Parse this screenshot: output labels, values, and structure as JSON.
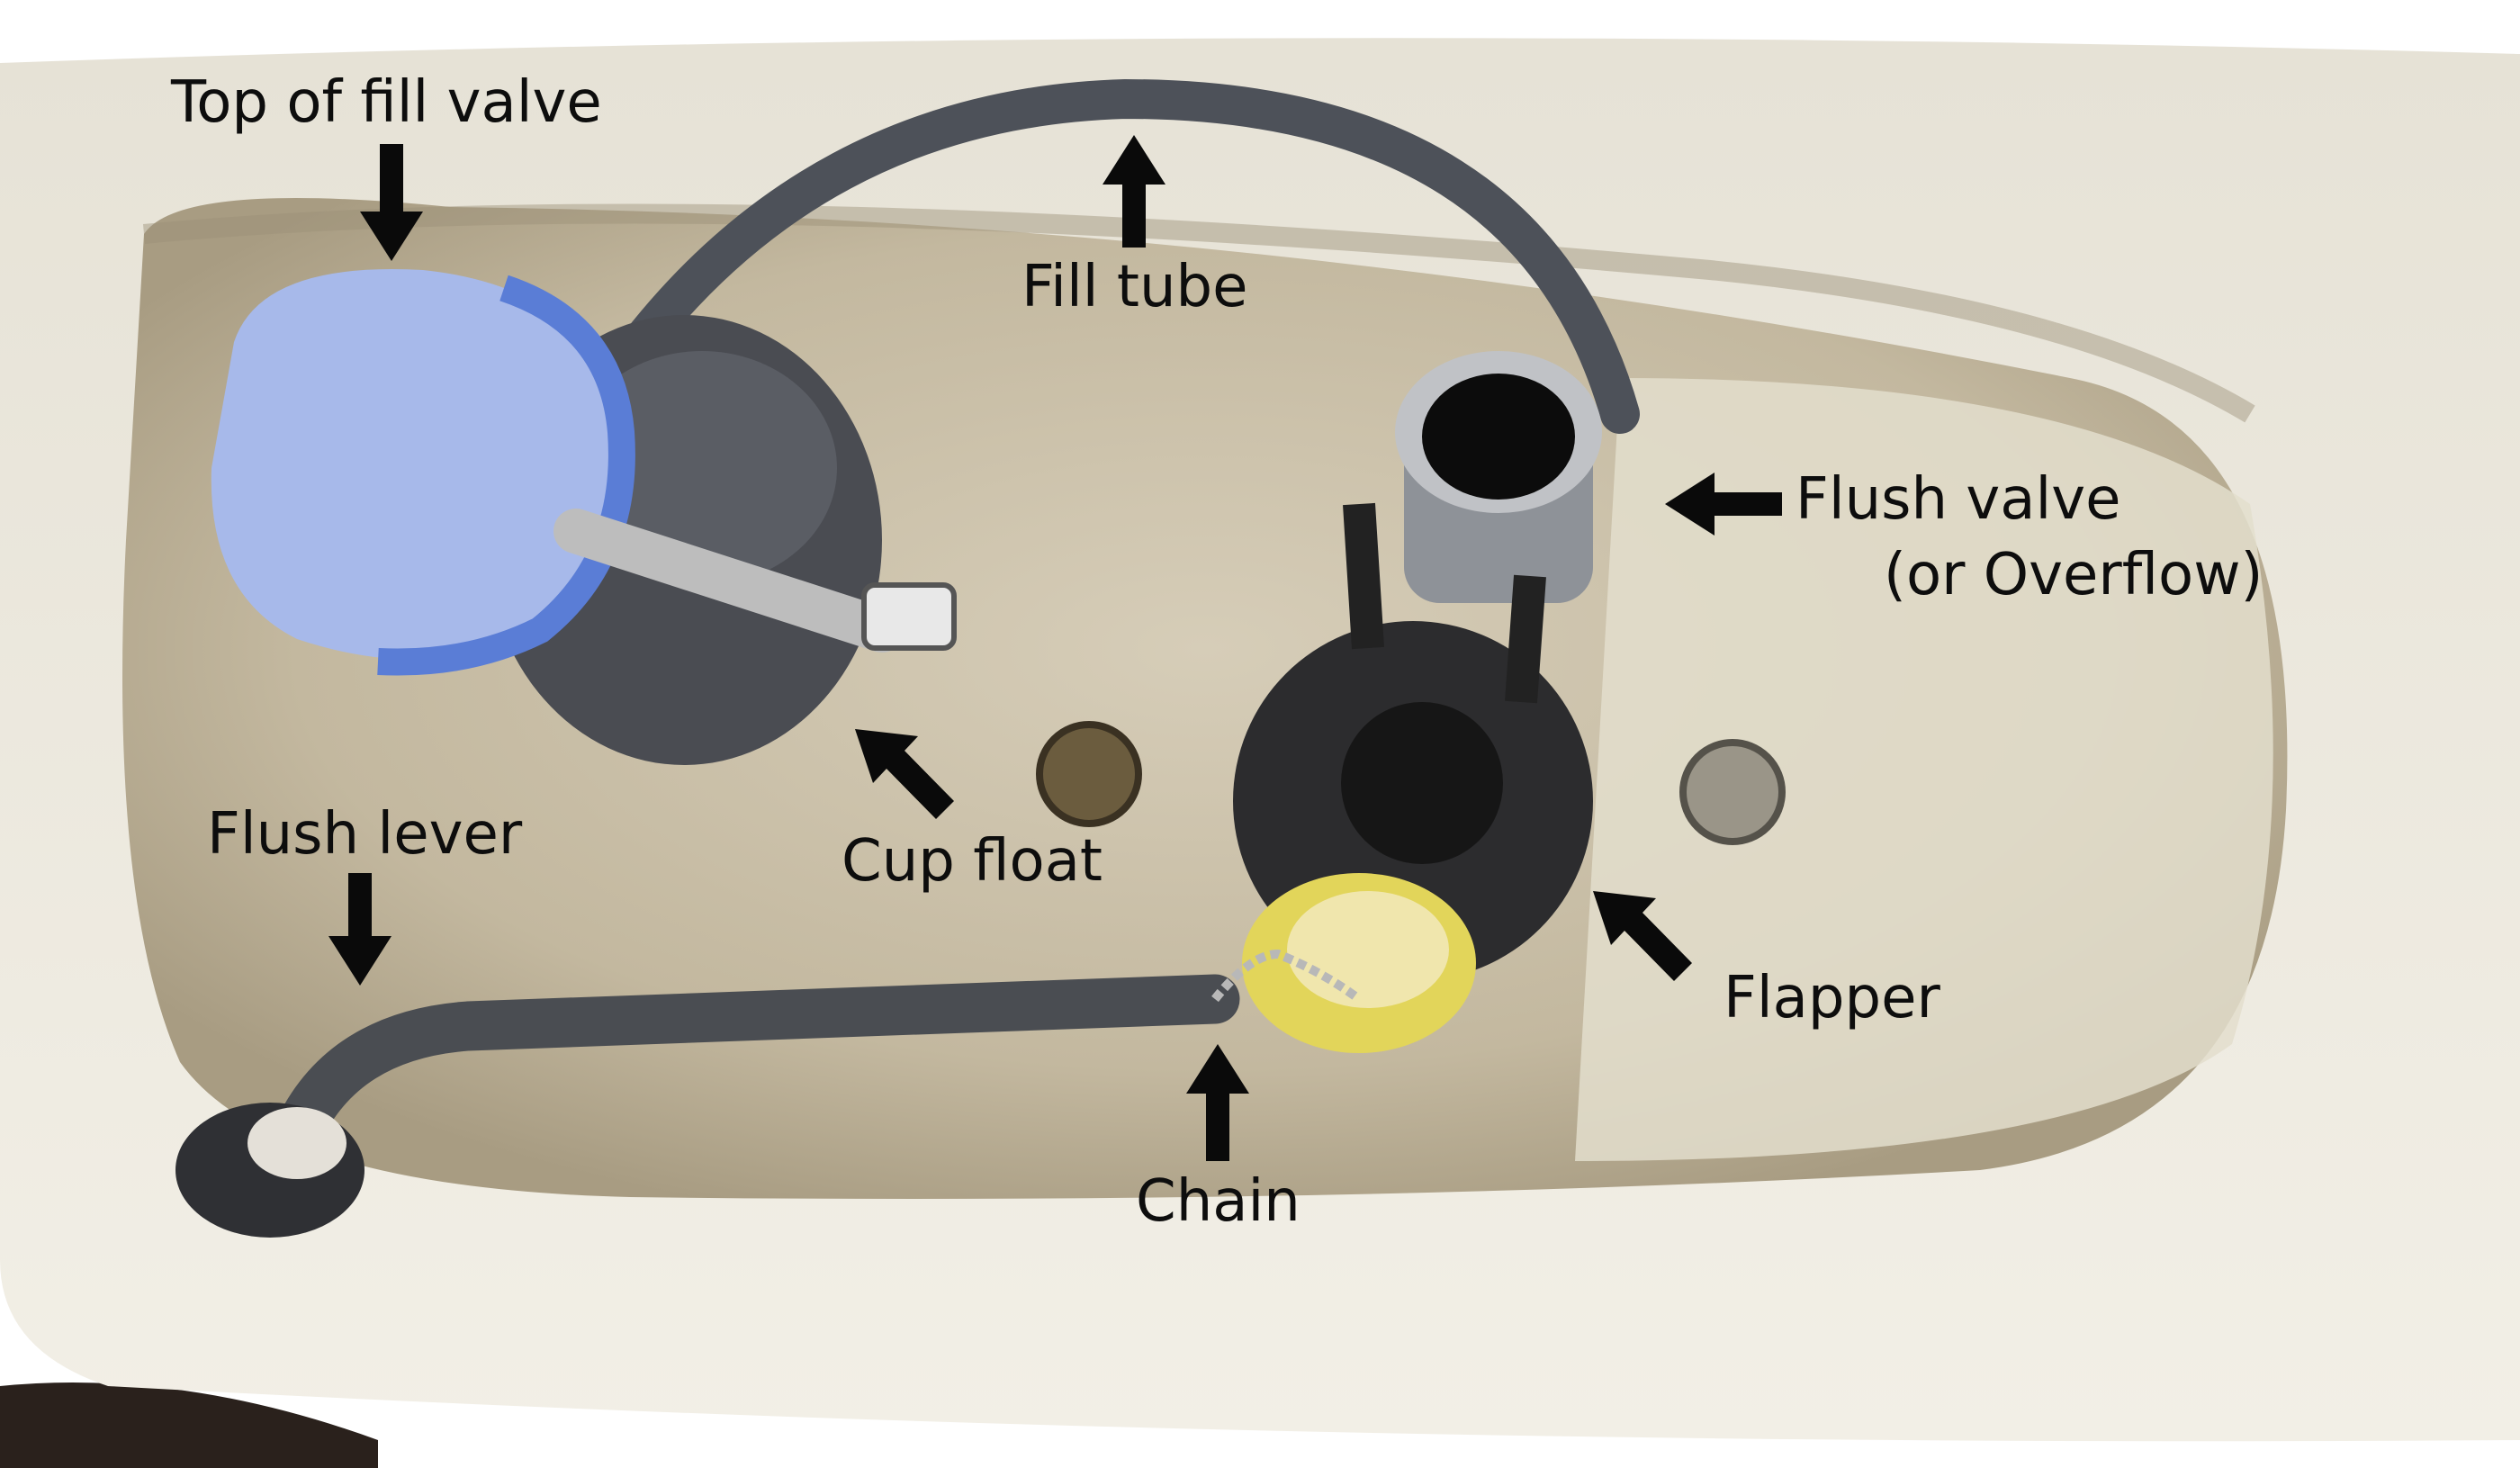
{
  "labels": {
    "fill_valve_top": "Top of fill valve",
    "fill_tube": "Fill tube",
    "flush_valve": "Flush valve",
    "overflow": "(or Overflow)",
    "cup_float": "Cup float",
    "flush_lever": "Flush lever",
    "flapper": "Flapper",
    "chain": "Chain"
  },
  "colors": {
    "tank_rim": "#eeebe0",
    "tank_interior": "#c9bfa9",
    "fill_valve_cap": "#97aee8",
    "flapper": "#2a2a2a",
    "chain_float": "#e2d55a",
    "arrow": "#0a0a0a"
  }
}
